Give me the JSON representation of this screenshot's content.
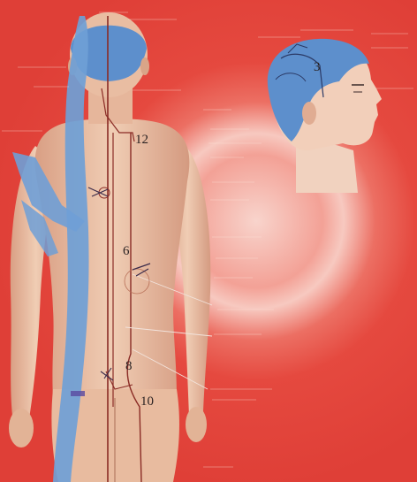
{
  "figure": {
    "colors": {
      "background": "#e64a42",
      "glow": "#f7c6bf",
      "skin": "#ecc3a8",
      "skin_shade": "#c98f73",
      "meridian_blue": "#6f9fd6",
      "hair_blue": "#5d8fcc",
      "line": "#8a2b25"
    },
    "numbers": {
      "n12": "12",
      "n6": "6",
      "n8": "8",
      "n10": "10",
      "n3": "3"
    }
  }
}
